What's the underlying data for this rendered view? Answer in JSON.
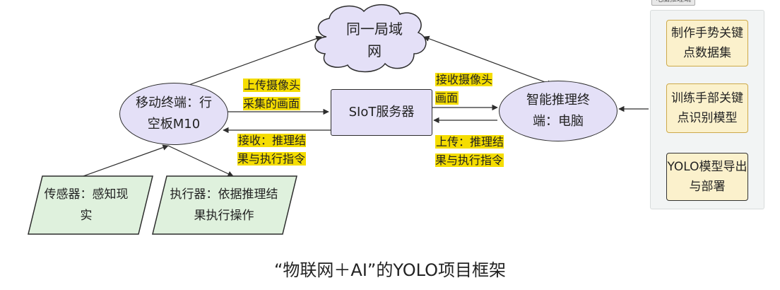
{
  "colors": {
    "node_fill": "#e4e0f7",
    "parallelogram_fill": "#dff1dd",
    "step_fill": "#fbf1cc",
    "highlight": "#f5dd00",
    "line": "#2d2d2d"
  },
  "subgraph": {
    "title": "电脑推理端",
    "steps": [
      "制作手势关键点数据集",
      "训练手部关键点识别模型",
      "YOLO模型导出与部署"
    ]
  },
  "nodes": {
    "cloud": "同一局域网",
    "mobile": "移动终端：行空板M10",
    "server": "SIoT服务器",
    "pc": "智能推理终端：电脑",
    "sensor": "传感器：感知现实",
    "actuator": "执行器：依据推理结果执行操作"
  },
  "labels": {
    "upload_frames": "上传摄像头采集的画面",
    "receive_results": "接收：推理结果与执行指令",
    "receive_frames": "接收摄像头画面",
    "upload_results": "上传：推理结果与执行指令"
  },
  "caption": "“物联网＋AI”的YOLO项目框架"
}
